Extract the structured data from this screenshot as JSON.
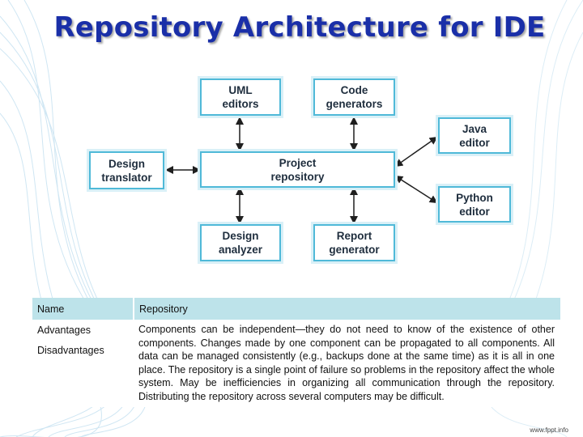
{
  "title": "Repository Architecture for IDE",
  "diagram": {
    "nodes": {
      "uml": "UML\neditors",
      "codegen": "Code\ngenerators",
      "java": "Java\neditor",
      "translator": "Design\ntranslator",
      "repository": "Project\nrepository",
      "python": "Python\neditor",
      "analyzer": "Design\nanalyzer",
      "report": "Report\ngenerator"
    }
  },
  "table": {
    "header": {
      "col1": "Name",
      "col2": "Repository"
    },
    "row_labels": {
      "advantages": "Advantages",
      "disadvantages": "Disadvantages"
    },
    "advantages_text": "Components can be independent—they do not need to know of the existence of other components. Changes made by one component can be propagated to all components. All data can be managed consistently (e.g., backups done at the same time) as it is all in one place.",
    "disadvantages_text": "The repository is a single point of failure so problems in the repository affect the whole system. May be inefficiencies in organizing all communication through the repository. Distributing the repository across several computers may be difficult."
  },
  "footer": "www.fppt.info",
  "colors": {
    "title": "#1a2fa8",
    "node_border": "#4fb9d8",
    "header_bg": "#bde3ea",
    "arrow": "#1f1f1f"
  }
}
